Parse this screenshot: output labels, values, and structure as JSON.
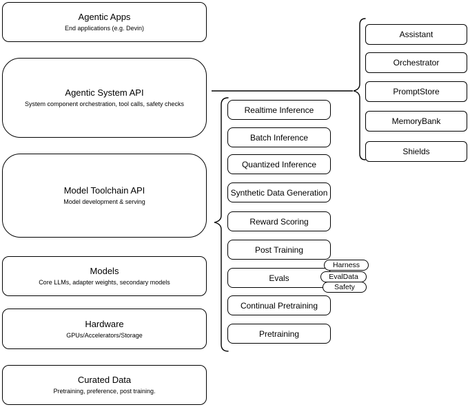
{
  "diagram": {
    "background": "#ffffff",
    "stroke_color": "#000000",
    "text_color": "#000000"
  },
  "stack": [
    {
      "title": "Agentic Apps",
      "subtitle": "End applications (e.g. Devin)"
    },
    {
      "title": "Agentic System API",
      "subtitle": "System component orchestration, tool calls, safety checks"
    },
    {
      "title": "Model Toolchain API",
      "subtitle": "Model development & serving"
    },
    {
      "title": "Models",
      "subtitle": "Core LLMs, adapter weights, secondary models"
    },
    {
      "title": "Hardware",
      "subtitle": "GPUs/Accelerators/Storage"
    },
    {
      "title": "Curated Data",
      "subtitle": "Pretraining, preference, post training."
    }
  ],
  "toolchain": {
    "items": [
      "Realtime Inference",
      "Batch Inference",
      "Quantized Inference",
      "Synthetic Data Generation",
      "Reward Scoring",
      "Post Training",
      "Evals",
      "Continual Pretraining",
      "Pretraining"
    ],
    "eval_tags": [
      "Harness",
      "EvalData",
      "Safety"
    ]
  },
  "system": {
    "items": [
      "Assistant",
      "Orchestrator",
      "PromptStore",
      "MemoryBank",
      "Shields"
    ]
  }
}
